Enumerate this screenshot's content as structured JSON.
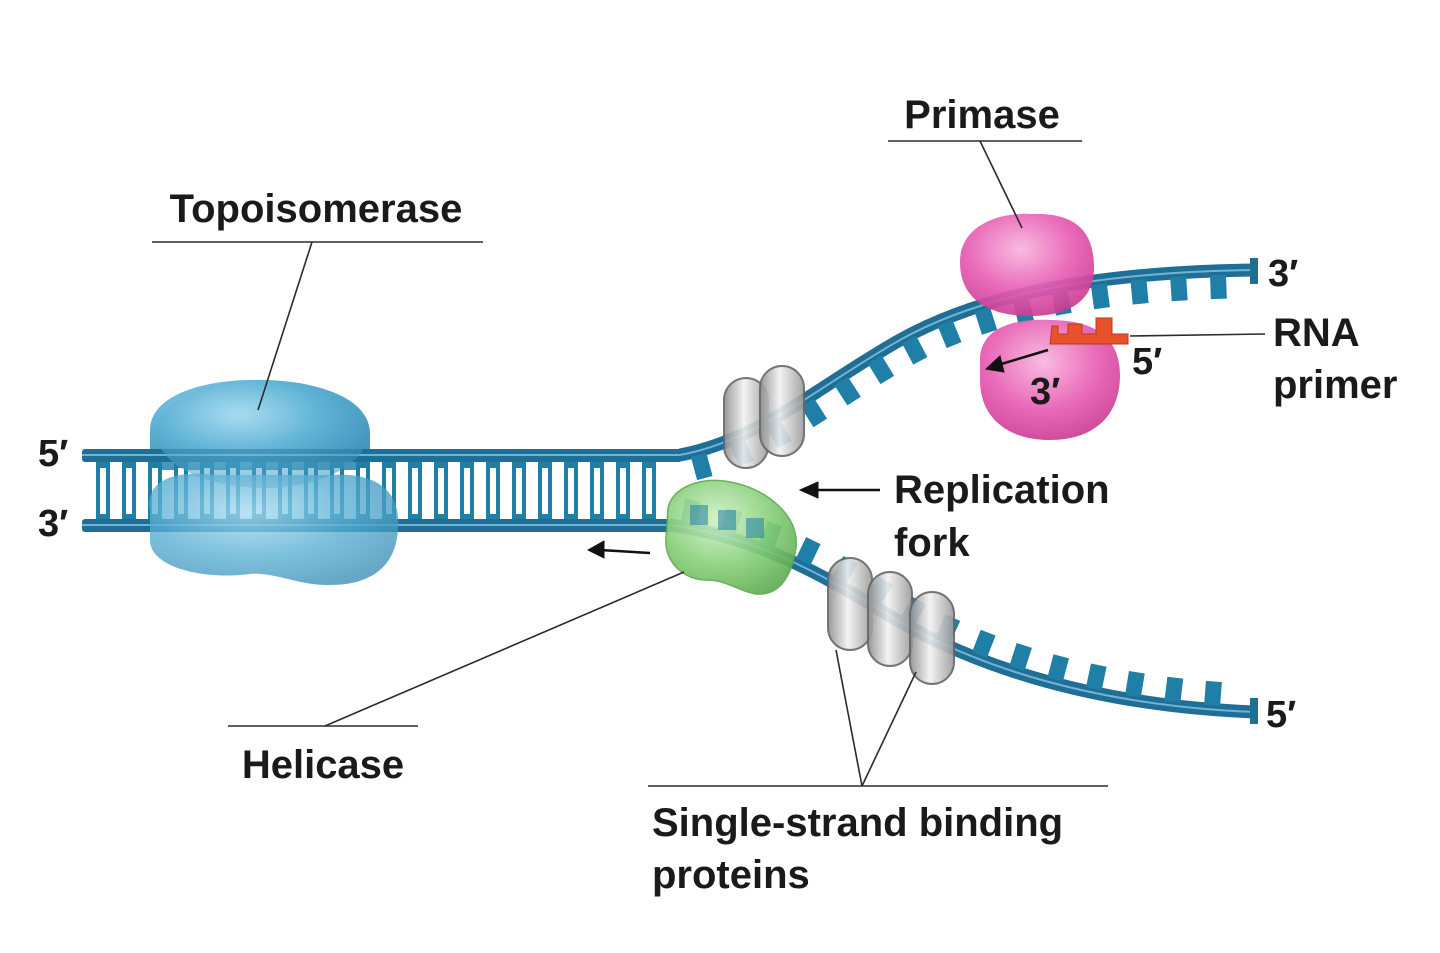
{
  "labels": {
    "topoisomerase": "Topoisomerase",
    "primase": "Primase",
    "rna_primer_line1": "RNA",
    "rna_primer_line2": "primer",
    "replication_fork_line1": "Replication",
    "replication_fork_line2": "fork",
    "helicase": "Helicase",
    "ssb_line1": "Single-strand binding",
    "ssb_line2": "proteins"
  },
  "strand_ends": {
    "duplex_top_left": "5′",
    "duplex_bottom_left": "3′",
    "upper_strand_right": "3′",
    "lower_strand_right": "5′",
    "primer_5_prime": "5′",
    "primer_3_prime": "3′"
  },
  "colors": {
    "dna_strand": "#1f6e96",
    "dna_base": "#1f7fa6",
    "topoisomerase": "#5ab0d4",
    "primase": "#e85fb4",
    "helicase": "#86cf78",
    "ssb_protein": "#b8b8b8",
    "rna_primer": "#e8532c"
  }
}
